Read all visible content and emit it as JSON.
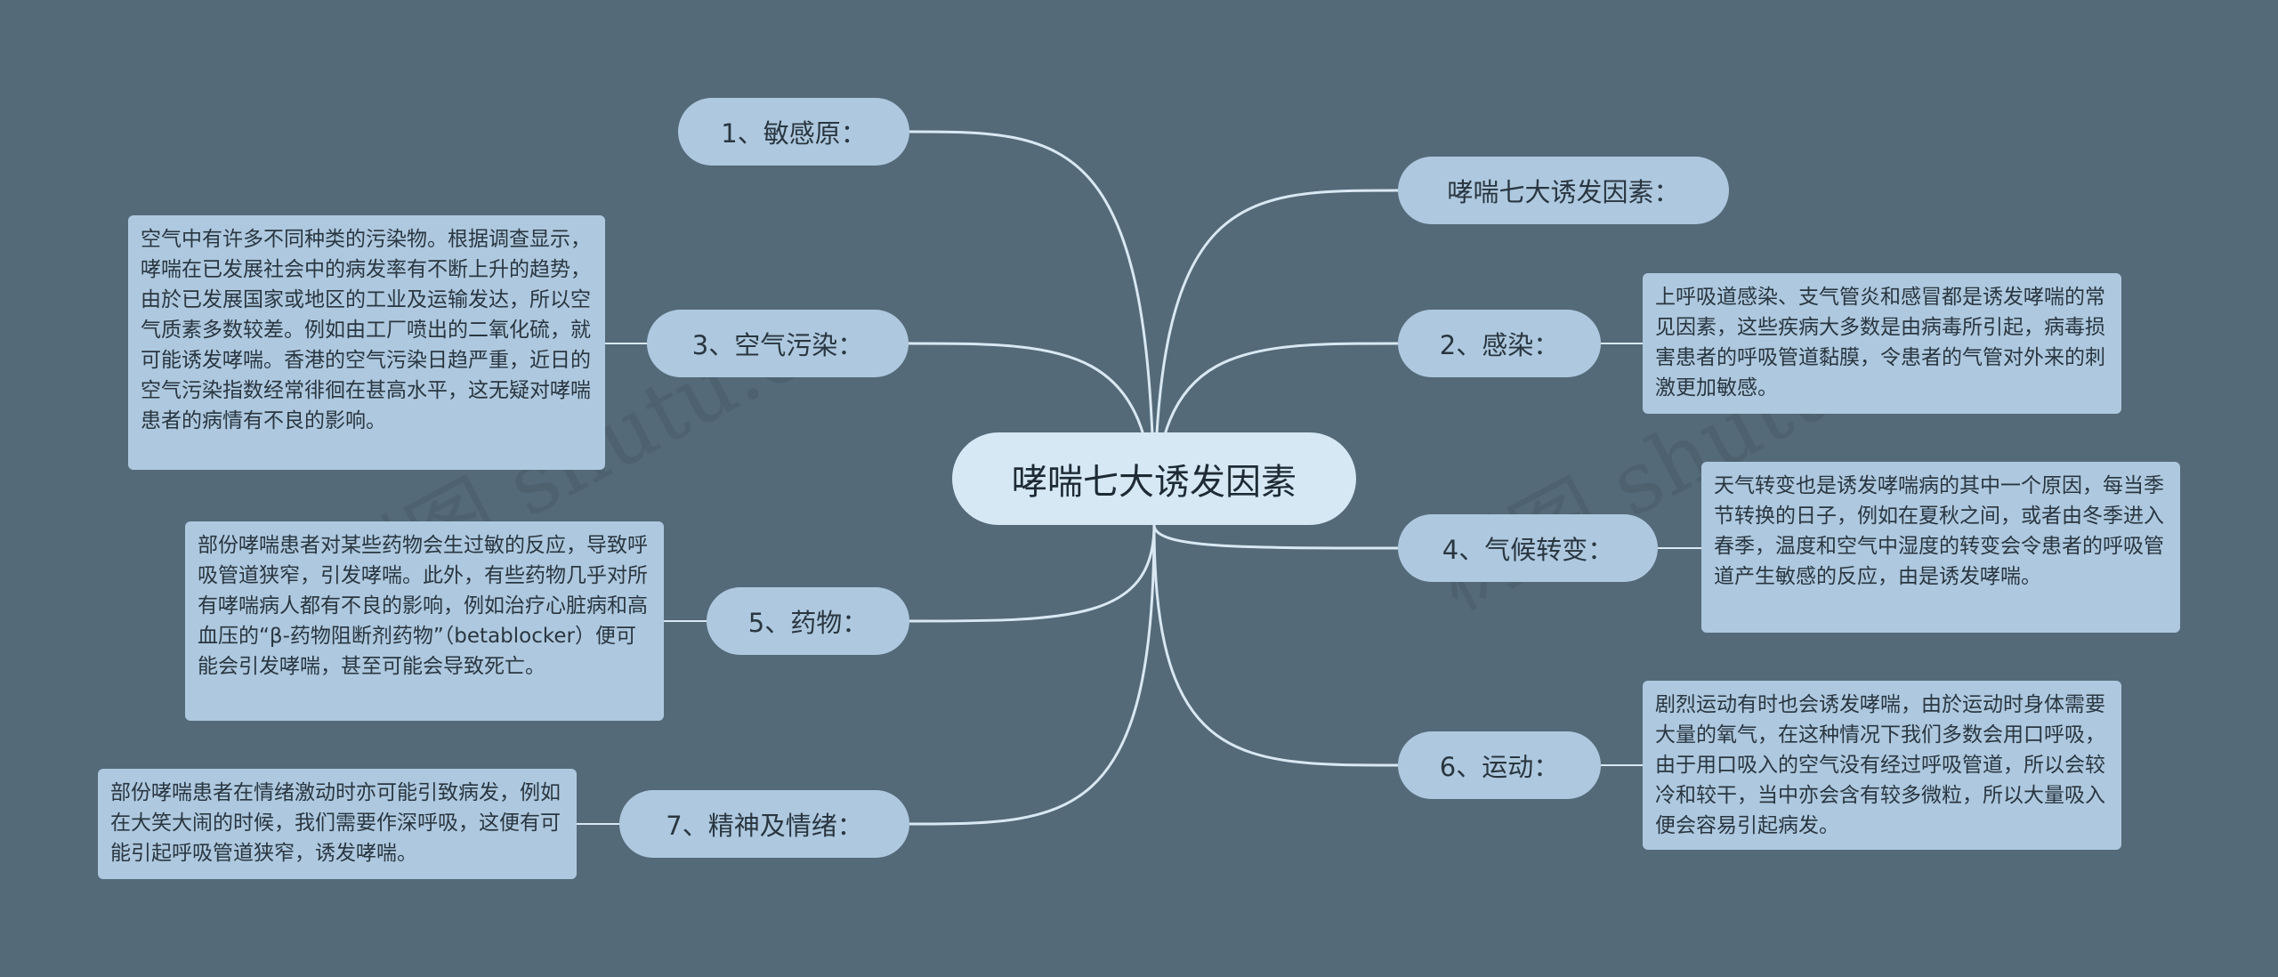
{
  "root": {
    "label": "哮喘七大诱发因素"
  },
  "branches": {
    "sensitive": {
      "label": "1、敏感原："
    },
    "title_copy": {
      "label": "哮喘七大诱发因素："
    },
    "air": {
      "label": "3、空气污染：",
      "note": "空气中有许多不同种类的污染物。根据调查显示，哮喘在已发展社会中的病发率有不断上升的趋势，由於已发展国家或地区的工业及运输发达，所以空气质素多数较差。例如由工厂喷出的二氧化硫，就可能诱发哮喘。香港的空气污染日趋严重，近日的空气污染指数经常徘徊在甚高水平，这无疑对哮喘患者的病情有不良的影响。"
    },
    "infection": {
      "label": "2、感染：",
      "note": "上呼吸道感染、支气管炎和感冒都是诱发哮喘的常见因素，这些疾病大多数是由病毒所引起，病毒损害患者的呼吸管道黏膜，令患者的气管对外来的刺激更加敏感。"
    },
    "weather": {
      "label": "4、气候转变：",
      "note": "天气转变也是诱发哮喘病的其中一个原因，每当季节转换的日子，例如在夏秋之间，或者由冬季进入春季，温度和空气中湿度的转变会令患者的呼吸管道产生敏感的反应，由是诱发哮喘。"
    },
    "drug": {
      "label": "5、药物：",
      "note": "部份哮喘患者对某些药物会生过敏的反应，导致呼吸管道狭窄，引发哮喘。此外，有些药物几乎对所有哮喘病人都有不良的影响，例如治疗心脏病和高血压的“β-药物阻断剂药物”（betablocker）便可能会引发哮喘，甚至可能会导致死亡。"
    },
    "exercise": {
      "label": "6、运动：",
      "note": "剧烈运动有时也会诱发哮喘，由於运动时身体需要大量的氧气，在这种情况下我们多数会用口呼吸，由于用口吸入的空气没有经过呼吸管道，所以会较冷和较干，当中亦会含有较多微粒，所以大量吸入便会容易引起病发。"
    },
    "emotion": {
      "label": "7、精神及情绪：",
      "note": "部份哮喘患者在情绪激动时亦可能引致病发，例如在大笑大闹的时候，我们需要作深呼吸，这便有可能引起呼吸管道狭窄，诱发哮喘。"
    }
  },
  "watermark": {
    "text": "树图 shutu.cn"
  },
  "colors": {
    "background": "#546a79",
    "node": "#aec9df",
    "root": "#d5e8f4",
    "line": "#d9e8f2"
  }
}
